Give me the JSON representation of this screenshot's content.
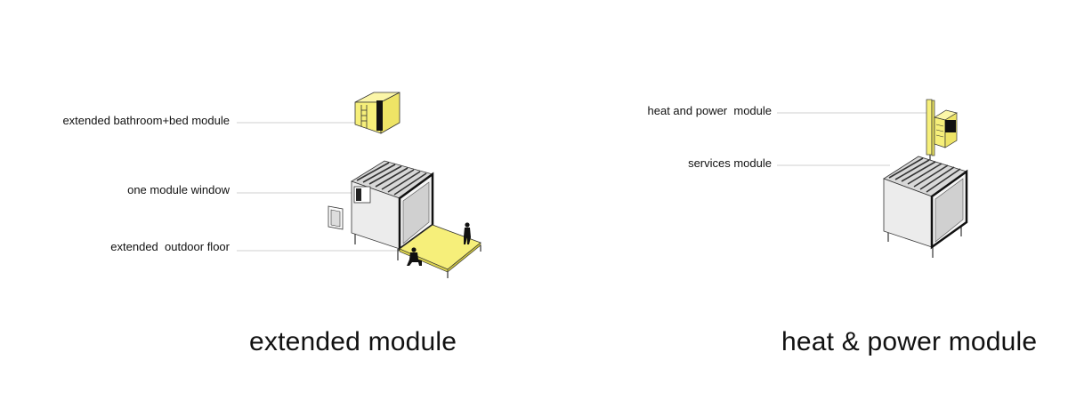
{
  "left_panel": {
    "title": "extended module",
    "labels": {
      "bathroom": "extended bathroom+bed module",
      "window": "one module window",
      "floor": "extended  outdoor floor"
    }
  },
  "right_panel": {
    "title": "heat & power module",
    "labels": {
      "heat_power": "heat and power  module",
      "services": "services module"
    }
  },
  "colors": {
    "accent_yellow": "#f6ef7a",
    "roof_dark": "#5a5a5a",
    "wall_light": "#ececec",
    "leader_line": "#cfcfcf"
  }
}
